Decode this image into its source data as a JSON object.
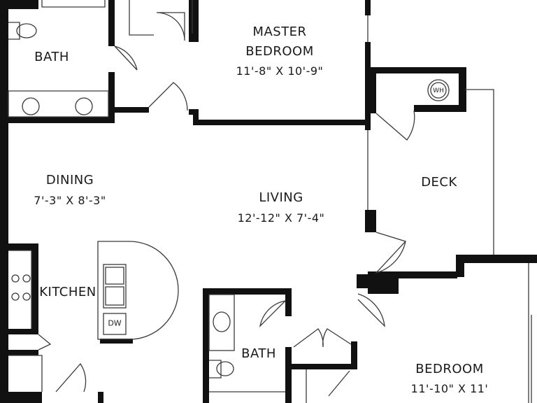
{
  "rooms": {
    "master_bedroom": {
      "name_line1": "MASTER",
      "name_line2": "BEDROOM",
      "dims": "11'-8\" X 10'-9\""
    },
    "bath_top": {
      "name": "BATH"
    },
    "dining": {
      "name": "DINING",
      "dims": "7'-3\" X 8'-3\""
    },
    "living": {
      "name": "LIVING",
      "dims": "12'-12\" X 7'-4\""
    },
    "deck": {
      "name": "DECK"
    },
    "kitchen": {
      "name": "KITCHEN"
    },
    "bath_bottom": {
      "name": "BATH"
    },
    "bedroom": {
      "name": "BEDROOM",
      "dims": "11'-10\" X 11'"
    }
  },
  "fixtures": {
    "water_heater": "WH",
    "dishwasher": "DW"
  },
  "colors": {
    "wall": "#111111",
    "line": "#3a3a3a",
    "background": "#ffffff"
  }
}
